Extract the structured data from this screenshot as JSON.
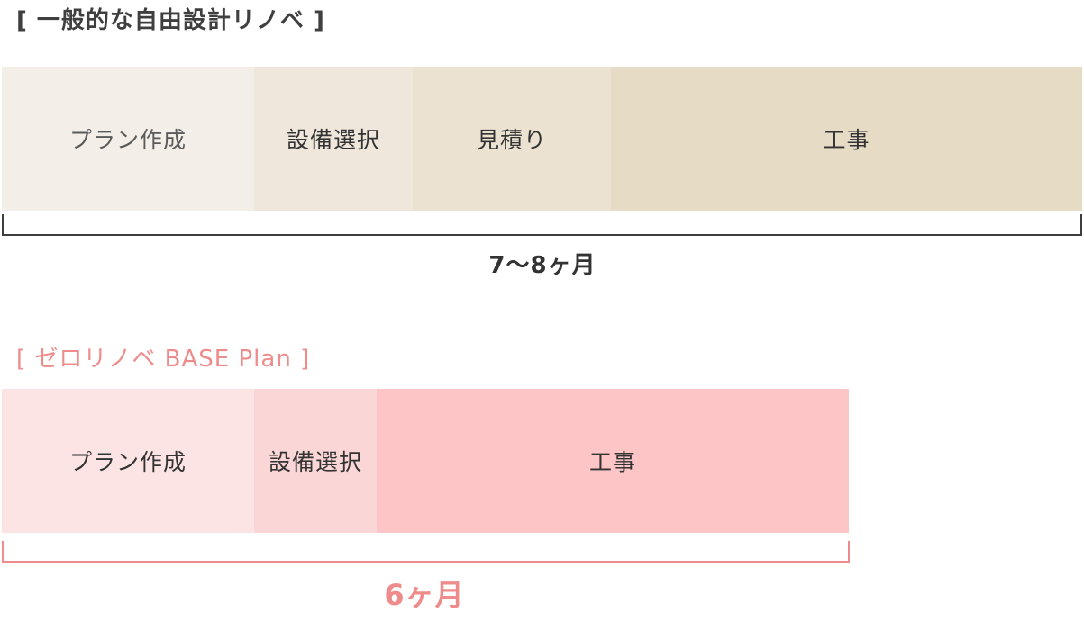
{
  "colors": {
    "text_dark": "#333333",
    "accent_pink": "#ee8c8c",
    "bracket_dark": "#3f3f3f"
  },
  "general_plan": {
    "heading": "[ 一般的な自由設計リノベ ]",
    "phases": [
      {
        "label": "プラン作成",
        "color": "#f3efe8"
      },
      {
        "label": "設備選択",
        "color": "#efe7db"
      },
      {
        "label": "見積り",
        "color": "#ebe2d2"
      },
      {
        "label": "工事",
        "color": "#e6dbc5"
      }
    ],
    "duration": "7〜8ヶ月"
  },
  "base_plan": {
    "heading": "[ ゼロリノベ BASE Plan ]",
    "phases": [
      {
        "label": "プラン作成",
        "color": "#fde4e4"
      },
      {
        "label": "設備選択",
        "color": "#fbd6d6"
      },
      {
        "label": "工事",
        "color": "#fdc5c6"
      }
    ],
    "duration": "6ヶ月"
  }
}
